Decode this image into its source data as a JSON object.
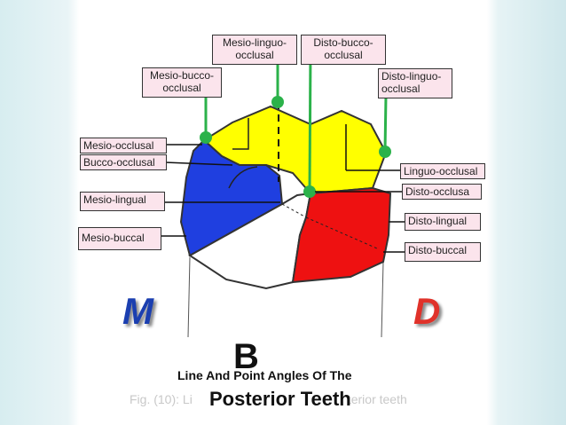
{
  "labels": {
    "mesio_linguo_occlusal": "Mesio-linguo-\nocclusal",
    "disto_bucco_occlusal": "Disto-bucco-\nocclusal",
    "mesio_bucco_occlusal": "Mesio-bucco-\nocclusal",
    "disto_linguo_occlusal": "Disto-linguo-\nocclusal",
    "mesio_occlusal": "Mesio-occlusal",
    "bucco_occlusal": "Bucco-occlusal",
    "linguo_occlusal": "Linguo-occlusal",
    "disto_occlusal": "Disto-occlusa",
    "mesio_lingual": "Mesio-lingual",
    "disto_lingual": "Disto-lingual",
    "mesio_buccal": "Mesio-buccal",
    "disto_buccal": "Disto-buccal"
  },
  "surface_letters": {
    "mesial": "M",
    "distal": "D",
    "buccal": "B"
  },
  "caption": {
    "line1": "Line And Point Angles Of The",
    "line2": "Posterior Teeth"
  },
  "figure_caption_ghost": "Fig. (10): Li                                             terior teeth",
  "colors": {
    "blue": "#1f3fe0",
    "yellow": "#ffff00",
    "red": "#ee1111",
    "pointer": "#2bb24a",
    "letters": "#1b3fb0",
    "label_bg": "#fbe4ec"
  }
}
